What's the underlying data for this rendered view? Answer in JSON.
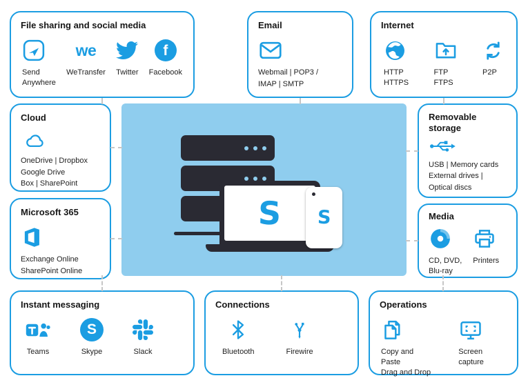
{
  "colors": {
    "accent": "#1b9de2",
    "center_background": "#8fcdee",
    "device_dark": "#2a2a33",
    "connector_gray": "#c6c6c6"
  },
  "glyphs": {
    "wetransfer": "we",
    "facebook": "f",
    "skype": "S"
  },
  "center": {
    "logo_letter": "S"
  },
  "boxes": {
    "file_sharing": {
      "title": "File sharing and social media",
      "items": [
        {
          "icon": "send-anywhere",
          "label": "Send\nAnywhere"
        },
        {
          "icon": "wetransfer",
          "label": "WeTransfer"
        },
        {
          "icon": "twitter",
          "label": "Twitter"
        },
        {
          "icon": "facebook",
          "label": "Facebook"
        }
      ]
    },
    "email": {
      "title": "Email",
      "caption": "Webmail | POP3 /\nIMAP | SMTP"
    },
    "internet": {
      "title": "Internet",
      "items": [
        {
          "icon": "globe",
          "label": "HTTP\nHTTPS"
        },
        {
          "icon": "ftp-folder",
          "label": "FTP\nFTPS"
        },
        {
          "icon": "p2p-sync",
          "label": "P2P"
        }
      ]
    },
    "cloud": {
      "title": "Cloud",
      "caption": "OneDrive | Dropbox\nGoogle Drive\nBox | SharePoint"
    },
    "microsoft365": {
      "title": "Microsoft 365",
      "caption": "Exchange Online\nSharePoint Online"
    },
    "removable_storage": {
      "title": "Removable storage",
      "caption": "USB | Memory cards\nExternal drives |\nOptical discs"
    },
    "media": {
      "title": "Media",
      "items": [
        {
          "icon": "cd",
          "label": "CD, DVD,\nBlu-ray"
        },
        {
          "icon": "printer",
          "label": "Printers"
        }
      ]
    },
    "instant_messaging": {
      "title": "Instant messaging",
      "items": [
        {
          "icon": "teams",
          "label": "Teams"
        },
        {
          "icon": "skype",
          "label": "Skype"
        },
        {
          "icon": "slack",
          "label": "Slack"
        }
      ]
    },
    "connections": {
      "title": "Connections",
      "items": [
        {
          "icon": "bluetooth",
          "label": "Bluetooth"
        },
        {
          "icon": "firewire",
          "label": "Firewire"
        }
      ]
    },
    "operations": {
      "title": "Operations",
      "items": [
        {
          "icon": "copy-paste",
          "label": "Copy and Paste\nDrag and Drop"
        },
        {
          "icon": "screen-capture",
          "label": "Screen capture"
        }
      ]
    }
  }
}
